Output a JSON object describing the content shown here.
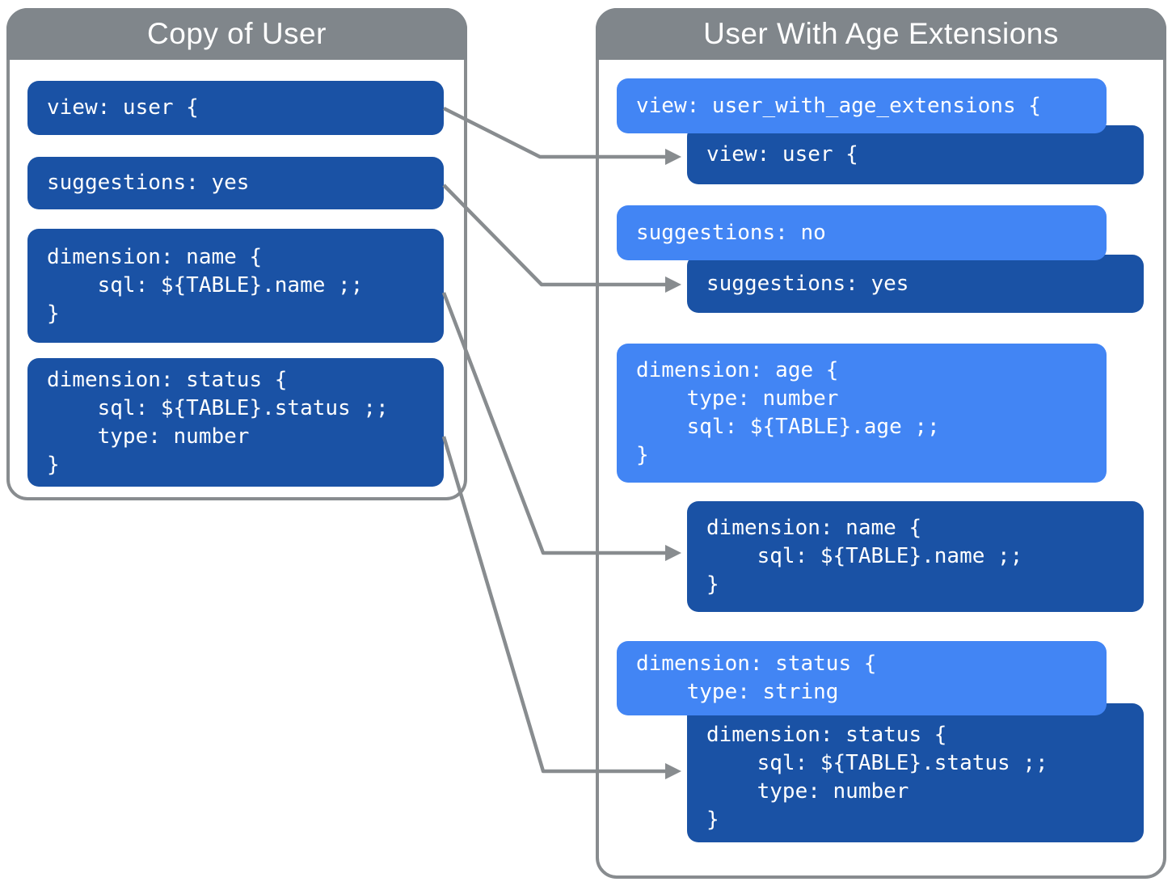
{
  "colors": {
    "dark_block": "#1a52a5",
    "light_block": "#4285f4",
    "header_gray": "#80868b",
    "line_gray": "#888c8f",
    "text": "#ffffff"
  },
  "left_panel": {
    "title": "Copy of User",
    "blocks": {
      "view": {
        "text": "view: user {"
      },
      "suggestions": {
        "text": "suggestions: yes"
      },
      "dimension_name": {
        "text": "dimension: name {\n    sql: ${TABLE}.name ;;\n}"
      },
      "dimension_status": {
        "text": "dimension: status {\n    sql: ${TABLE}.status ;;\n    type: number\n}"
      }
    }
  },
  "right_panel": {
    "title": "User With Age Extensions",
    "blocks": {
      "view_extension": {
        "style": "light",
        "text": "view: user_with_age_extensions {"
      },
      "view_inherited": {
        "style": "dark",
        "text": "view: user {"
      },
      "suggestions_override": {
        "style": "light",
        "text": "suggestions: no"
      },
      "suggestions_inherited": {
        "style": "dark",
        "text": "suggestions: yes"
      },
      "dimension_age": {
        "style": "light",
        "text": "dimension: age {\n    type: number\n    sql: ${TABLE}.age ;;\n}"
      },
      "dimension_name_inherited": {
        "style": "dark",
        "text": "dimension: name {\n    sql: ${TABLE}.name ;;\n}"
      },
      "dimension_status_override": {
        "style": "light",
        "text": "dimension: status {\n    type: string"
      },
      "dimension_status_inherited": {
        "style": "dark",
        "text": "dimension: status {\n    sql: ${TABLE}.status ;;\n    type: number\n}"
      }
    }
  }
}
